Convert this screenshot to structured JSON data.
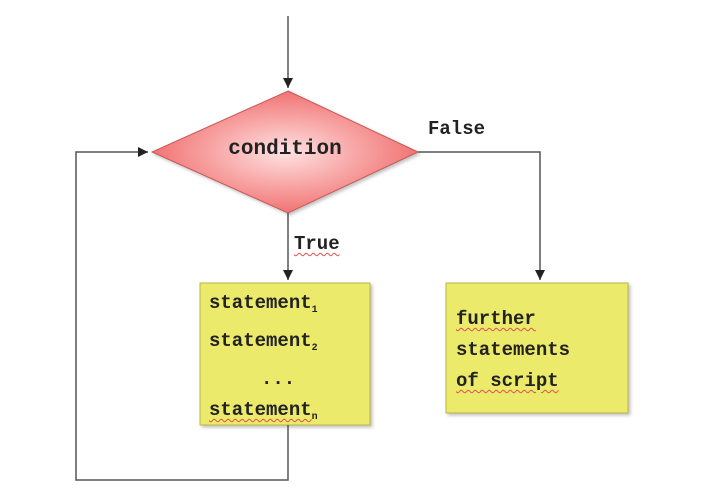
{
  "diagram": {
    "condition_label": "condition",
    "false_label": "False",
    "true_label": "True",
    "loop_body": {
      "statements": [
        {
          "text": "statement",
          "subscript": "1"
        },
        {
          "text": "statement",
          "subscript": "2"
        }
      ],
      "ellipsis": "...",
      "last_statement": {
        "text": "statement",
        "subscript": "n"
      }
    },
    "exit_block": {
      "lines": [
        "further",
        "statements",
        "of script"
      ]
    },
    "colors": {
      "diamond_fill": "#f06868",
      "diamond_highlight": "#ffe2e2",
      "box_fill": "#ecea6a",
      "box_border": "#b8b640",
      "line": "#777777"
    }
  }
}
